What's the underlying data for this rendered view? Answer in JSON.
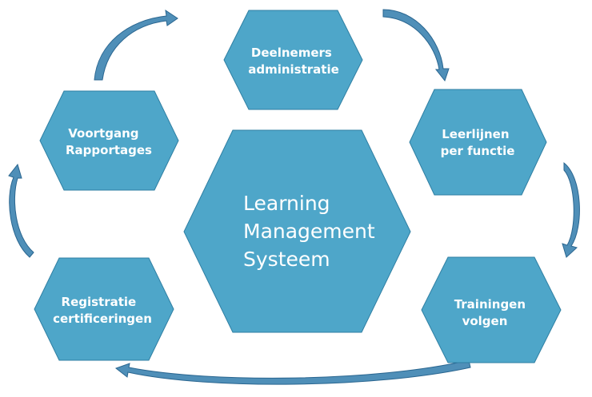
{
  "colors": {
    "hexagon_fill": "#4ea6c9",
    "arrow_fill": "#4f8fb8",
    "text": "#ffffff"
  },
  "center": {
    "lines": [
      "Learning",
      "Management",
      "Systeem"
    ]
  },
  "nodes": [
    {
      "id": "deelnemers",
      "lines": [
        "Deelnemers",
        "administratie"
      ]
    },
    {
      "id": "leerlijnen",
      "lines": [
        "Leerlijnen",
        "per functie"
      ]
    },
    {
      "id": "trainingen",
      "lines": [
        "Trainingen",
        "volgen"
      ]
    },
    {
      "id": "registratie",
      "lines": [
        "Registratie",
        "certificeringen"
      ]
    },
    {
      "id": "voortgang",
      "lines": [
        "Voortgang",
        "Rapportages"
      ]
    }
  ]
}
